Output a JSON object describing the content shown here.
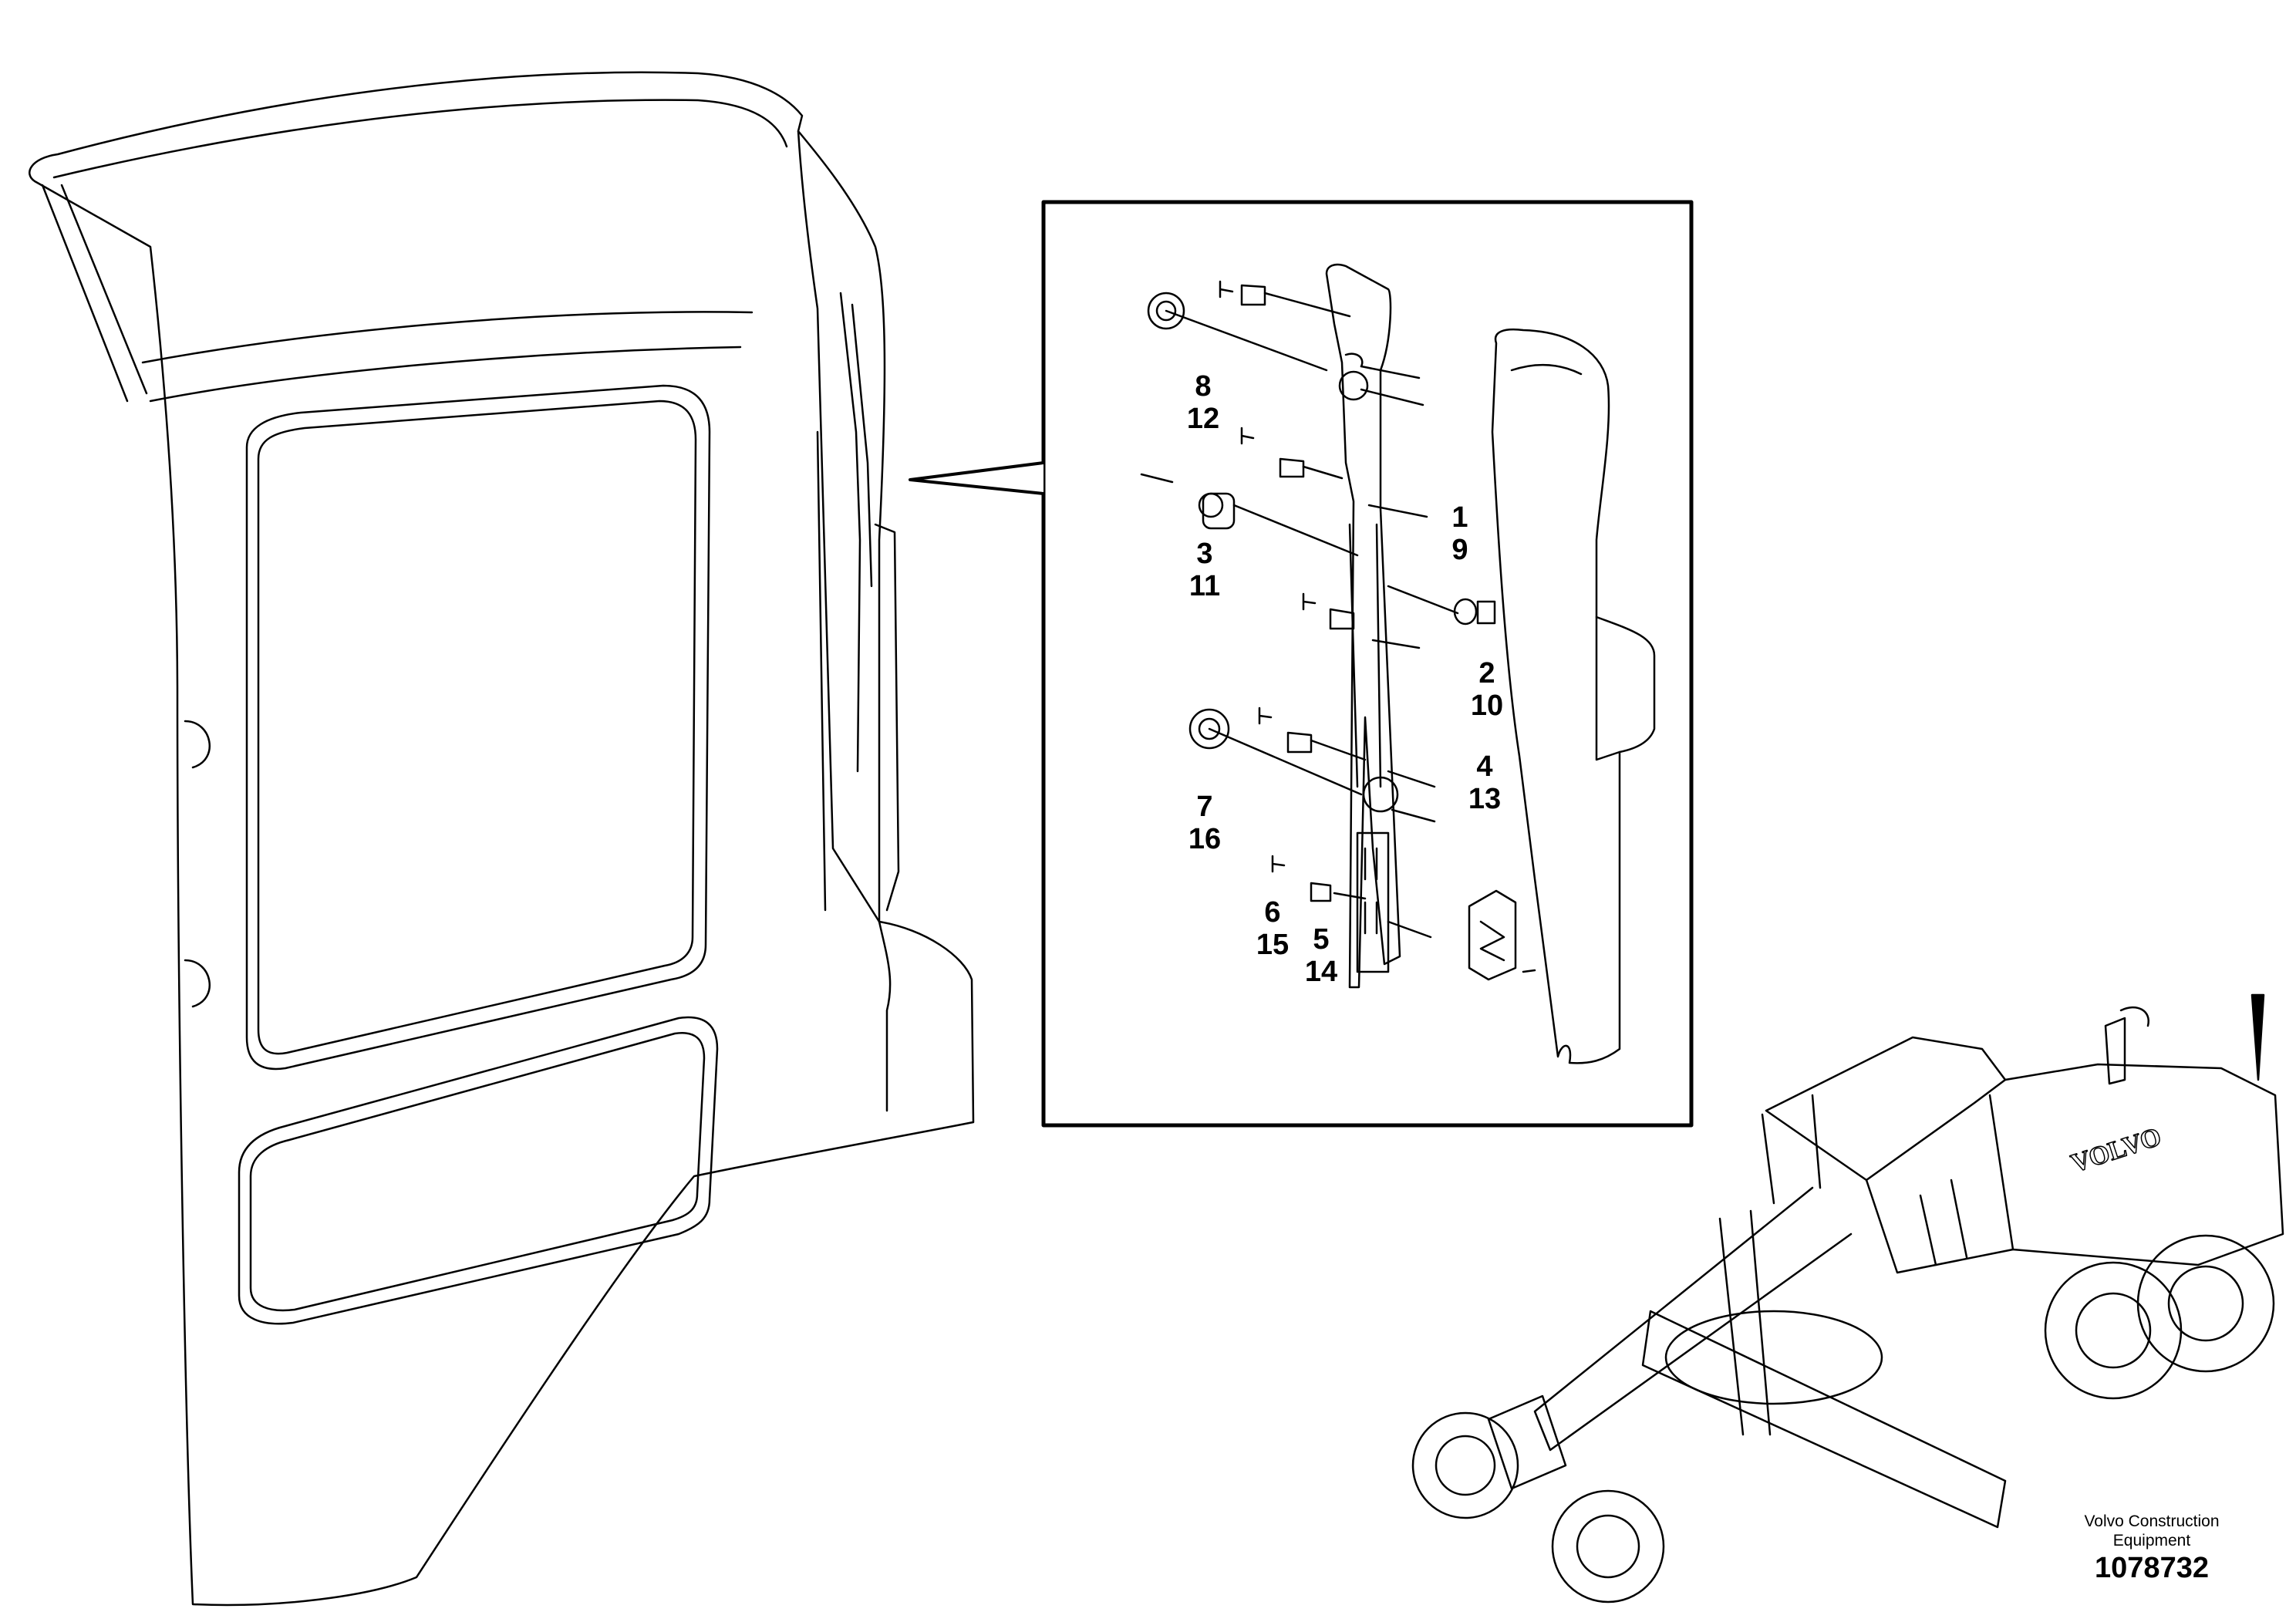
{
  "callouts": [
    {
      "top": "8",
      "bottom": "12"
    },
    {
      "top": "3",
      "bottom": "11"
    },
    {
      "top": "1",
      "bottom": "9"
    },
    {
      "top": "2",
      "bottom": "10"
    },
    {
      "top": "4",
      "bottom": "13"
    },
    {
      "top": "7",
      "bottom": "16"
    },
    {
      "top": "6",
      "bottom": "15"
    },
    {
      "top": "5",
      "bottom": "14"
    }
  ],
  "publisher": {
    "line1": "Volvo Construction",
    "line2": "Equipment"
  },
  "document_number": "1078732",
  "machine_brand_decal": "VOLVO"
}
